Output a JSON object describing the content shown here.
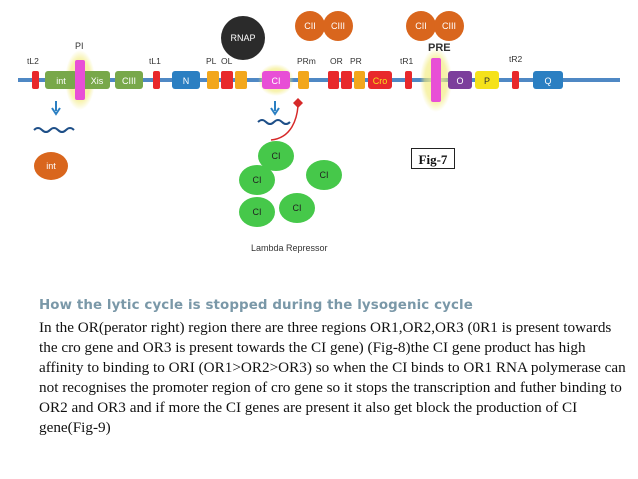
{
  "figure": {
    "caption": "Fig-7",
    "repressor_label": "Lambda Repressor",
    "rnap_label": "RNAP",
    "complex_left": [
      "CII",
      "CIII"
    ],
    "complex_right": [
      "CII",
      "CIII"
    ],
    "genes": [
      "int",
      "Xis",
      "CIII",
      "N",
      "CI",
      "Cro",
      "O",
      "P",
      "Q"
    ],
    "terminators": [
      "tL2",
      "tL1",
      "tR1",
      "tR2"
    ],
    "promoters": [
      "PI",
      "PL",
      "OL",
      "PRm",
      "OR",
      "PR",
      "PRE"
    ],
    "int_product": "int",
    "repressor_molecule": "CI",
    "colors": {
      "int": "#78a84a",
      "Xis": "#78a84a",
      "CIII": "#78a84a",
      "N": "#2b7fc2",
      "CI": "#e84fd6",
      "Cro": "#e8292c",
      "O": "#7c3e9c",
      "P": "#f5e21b",
      "Q": "#2b7fc2",
      "promoter_block": "#e84fd6",
      "terminator": "#e8292c",
      "operator": "#f2a71c",
      "complex": "#d9661d",
      "rnap": "#2b2b2b",
      "repressor": "#46c84a",
      "dna_line": "#4f88c4",
      "heading": "#7a98a8"
    }
  },
  "text": {
    "heading": "How the lytic cycle is stopped during the lysogenic cycle",
    "body": "In the OR(perator right) region there are three regions OR1,OR2,OR3 (0R1 is present towards the cro gene and OR3 is present towards the CI gene) (Fig-8)the CI gene product has high affinity to binding to ORI (OR1>OR2>OR3) so when the CI binds to OR1 RNA polymerase  can not recognises the promoter region of cro gene so it stops the transcription and futher binding to OR2 and OR3 and if more the CI genes are present it also get block the production of CI gene(Fig-9)"
  }
}
